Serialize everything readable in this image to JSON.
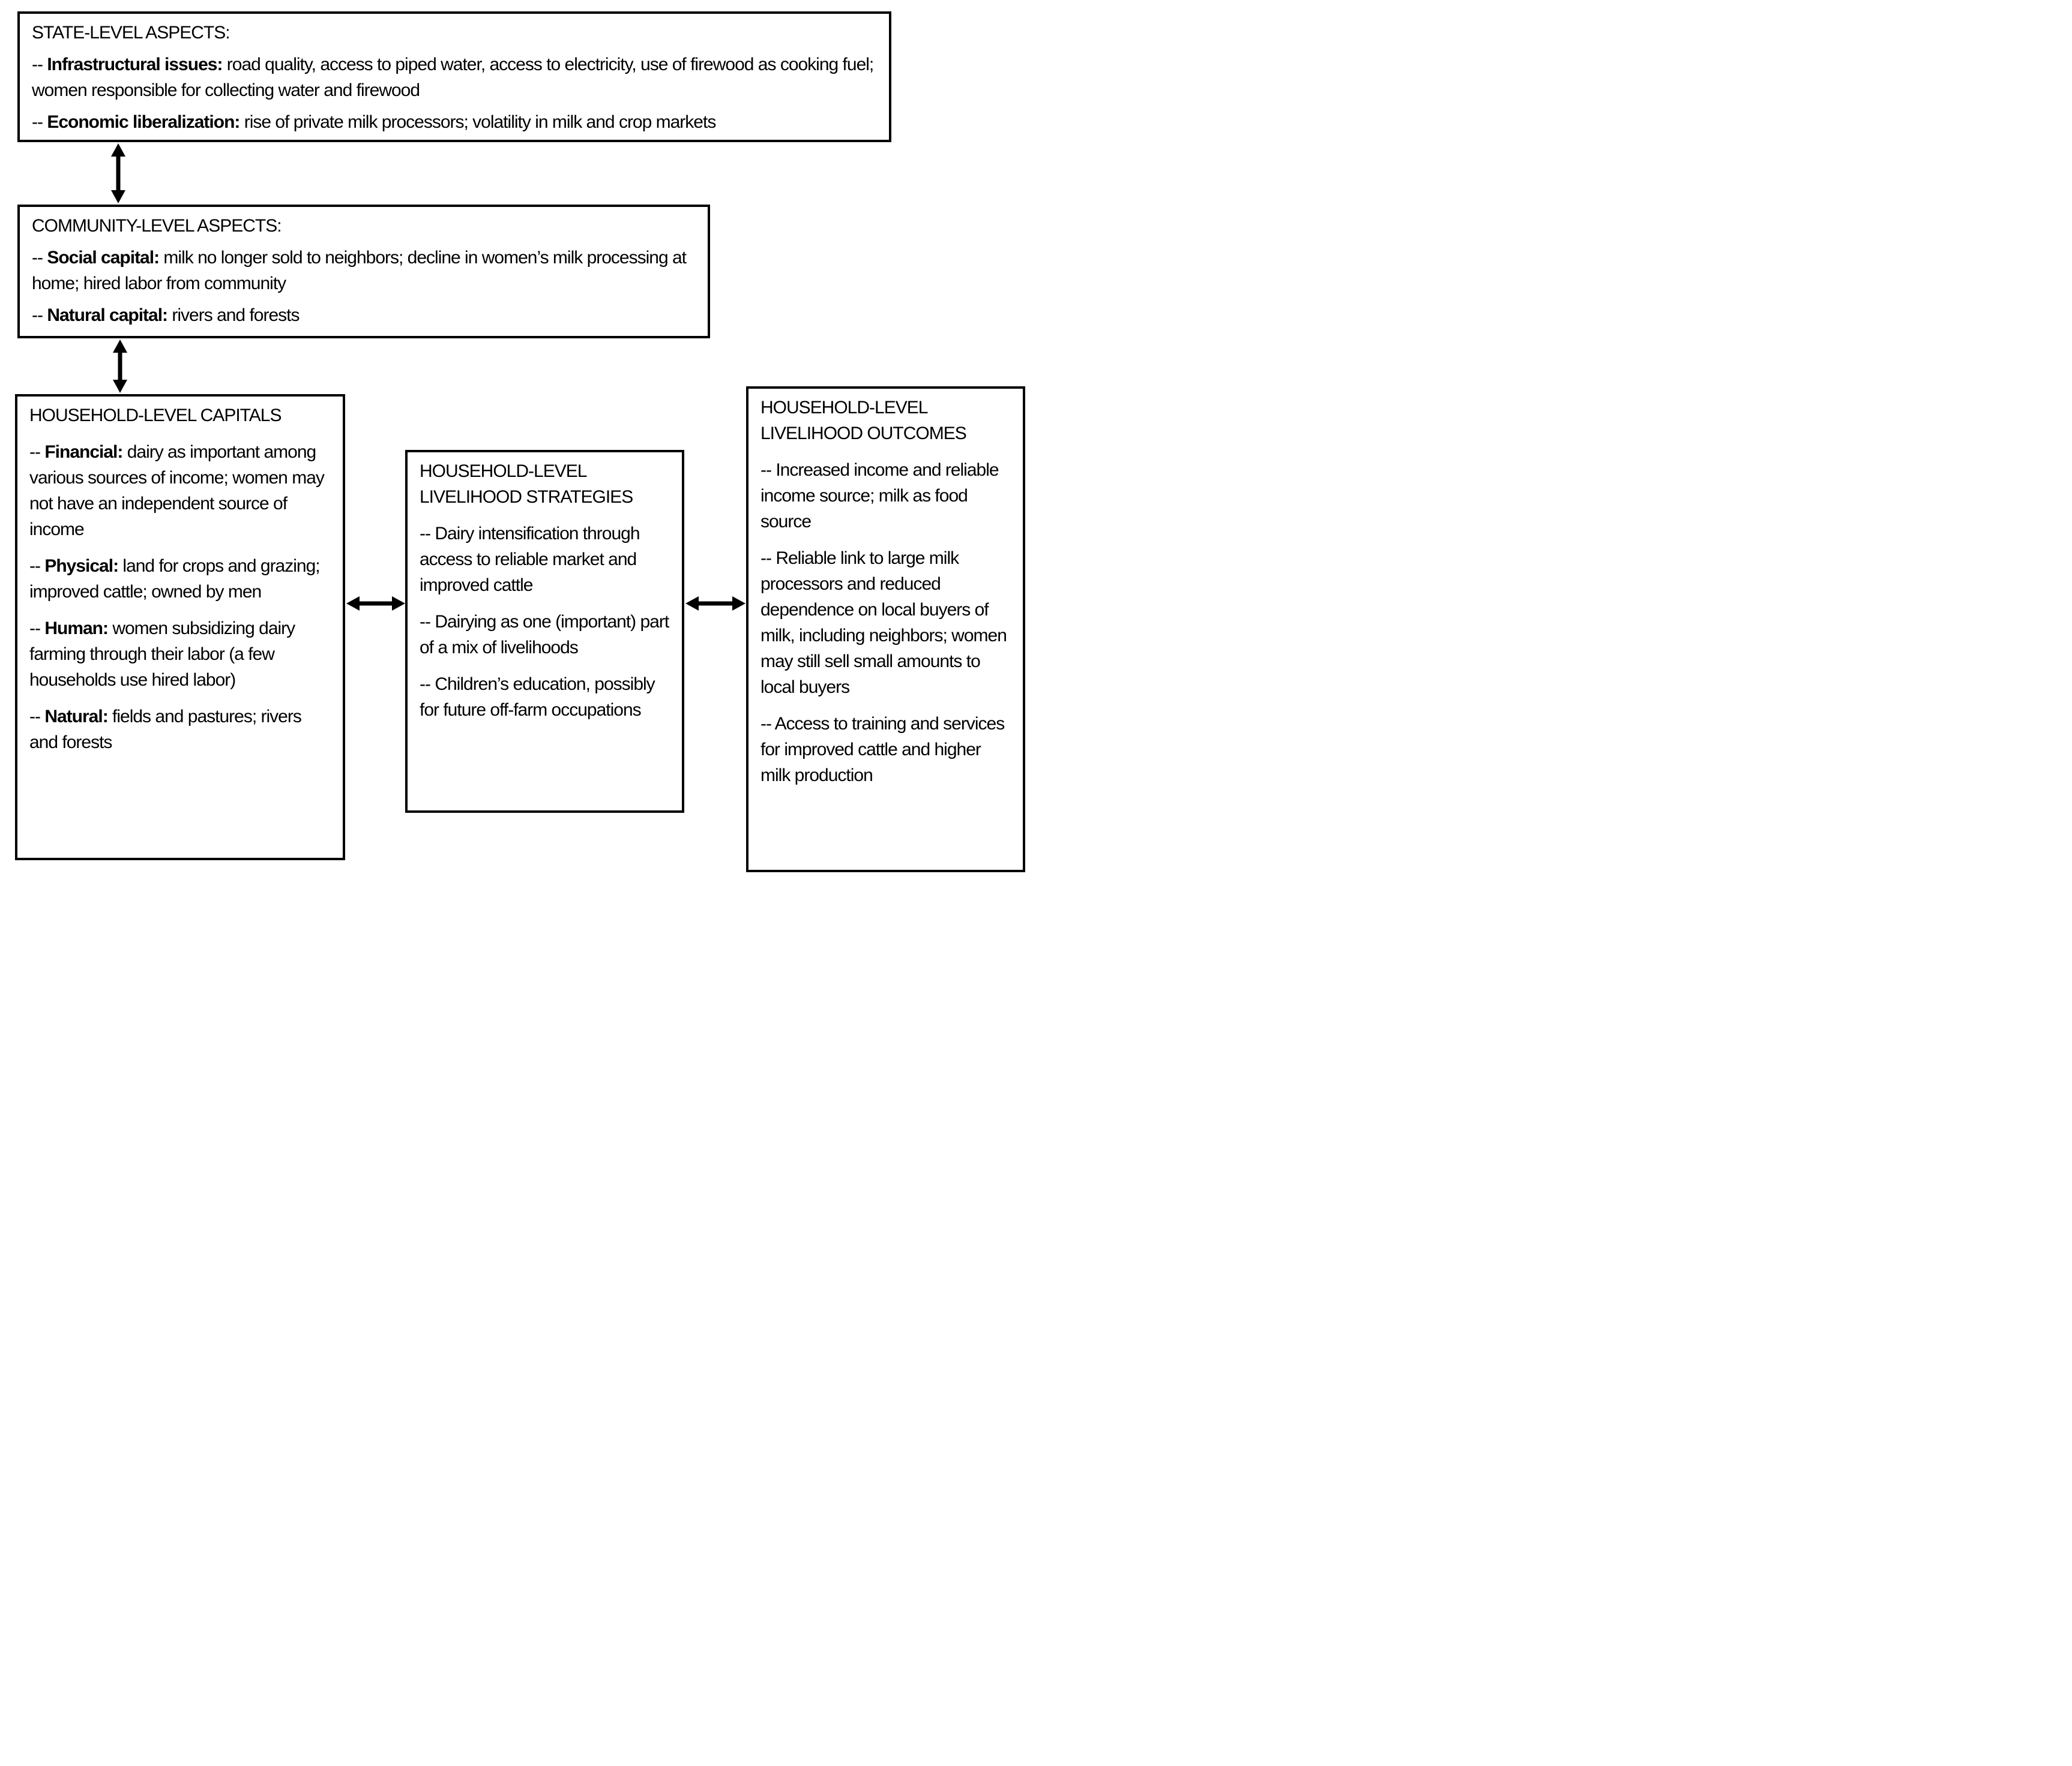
{
  "colors": {
    "border": "#000000",
    "background": "#ffffff",
    "text": "#000000"
  },
  "boxes": {
    "state": {
      "title": "STATE-LEVEL ASPECTS:",
      "items": [
        {
          "dash": "-- ",
          "label": "Infrastructural issues:",
          "text": " road quality, access to piped water, access to electricity, use of firewood as cooking fuel; women responsible for collecting water and firewood"
        },
        {
          "dash": "-- ",
          "label": "Economic liberalization:",
          "text": " rise of private milk processors; volatility in milk and crop markets"
        }
      ]
    },
    "community": {
      "title": "COMMUNITY-LEVEL ASPECTS:",
      "items": [
        {
          "dash": "-- ",
          "label": "Social capital:",
          "text": " milk no longer sold to neighbors; decline in women’s milk processing at home; hired labor from community"
        },
        {
          "dash": "-- ",
          "label": "Natural capital:",
          "text": " rivers and forests"
        }
      ]
    },
    "capitals": {
      "title": "HOUSEHOLD-LEVEL CAPITALS",
      "items": [
        {
          "dash": "-- ",
          "label": "Financial:",
          "text": " dairy as important among various sources of income; women may not have an independent source of income"
        },
        {
          "dash": "-- ",
          "label": "Physical:",
          "text": " land for crops and grazing; improved cattle; owned by men"
        },
        {
          "dash": "-- ",
          "label": "Human:",
          "text": " women subsidizing dairy farming through their labor (a few households use hired labor)"
        },
        {
          "dash": "-- ",
          "label": "Natural:",
          "text": " fields and pastures; rivers and forests"
        }
      ]
    },
    "strategies": {
      "title": "HOUSEHOLD-LEVEL LIVELIHOOD STRATEGIES",
      "items": [
        {
          "dash": "-- ",
          "label": "",
          "text": "Dairy intensification through access to reliable market and improved cattle"
        },
        {
          "dash": "-- ",
          "label": "",
          "text": "Dairying as one (important) part of a mix of livelihoods"
        },
        {
          "dash": "-- ",
          "label": "",
          "text": "Children’s education, possibly for future off-farm occupations"
        }
      ]
    },
    "outcomes": {
      "title": "HOUSEHOLD-LEVEL LIVELIHOOD OUTCOMES",
      "items": [
        {
          "dash": "-- ",
          "label": "",
          "text": "Increased income and reliable income source; milk as food source"
        },
        {
          "dash": "-- ",
          "label": "",
          "text": "Reliable link to large milk processors and reduced dependence on local buyers of milk, including neighbors; women may still sell small amounts to local buyers"
        },
        {
          "dash": "-- ",
          "label": "",
          "text": "Access to training and services for improved cattle and higher milk production"
        }
      ]
    }
  }
}
